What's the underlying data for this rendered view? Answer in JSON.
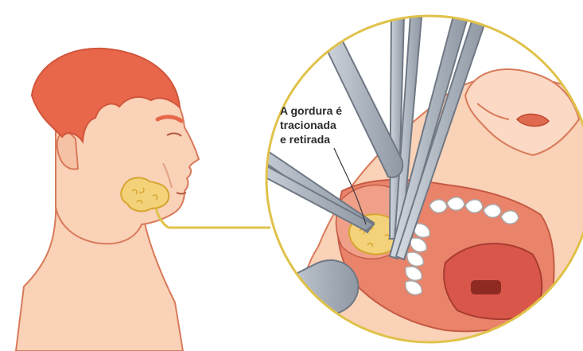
{
  "annotation": {
    "lines": [
      "A gordura é",
      "tracionada",
      "e retirada"
    ]
  },
  "colors": {
    "skin": "#f9d2b8",
    "skin_shadow": "#f3b89a",
    "hair": "#e8674a",
    "outline": "#d97a5a",
    "fat": "#f3d27a",
    "fat_outline": "#d6a630",
    "circle_ring": "#e0c24a",
    "instrument": "#b9c0c9",
    "instrument_dark": "#7f8893",
    "mouth_inner": "#e9846b",
    "tongue": "#d9574a",
    "teeth": "#ffffff"
  },
  "icons": [
    "face-profile-illustration",
    "buccal-fat-pad",
    "forceps",
    "retractor",
    "open-mouth-closeup"
  ]
}
